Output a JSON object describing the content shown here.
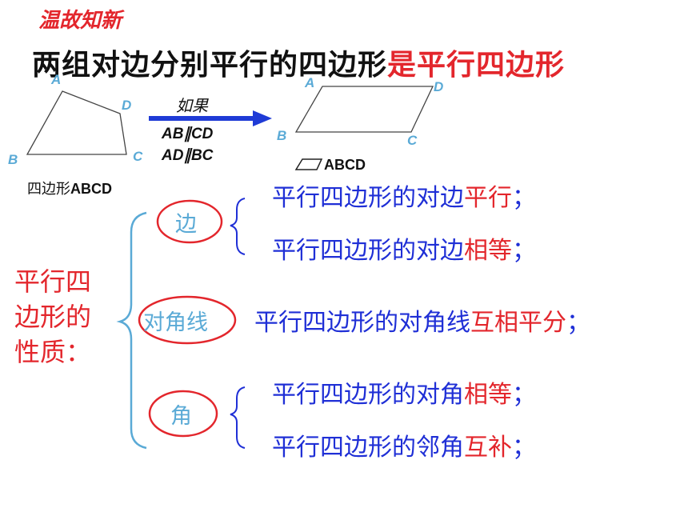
{
  "heading": "温故知新",
  "title": {
    "main": "两组对边分别平行的四边形",
    "highlight": "是平行四边形"
  },
  "figure_left": {
    "vertices": {
      "a": "A",
      "b": "B",
      "c": "C",
      "d": "D"
    },
    "caption_prefix": "四边形",
    "caption_name": "ABCD"
  },
  "arrow": {
    "if_label": "如果",
    "condition_1": "AB∥CD",
    "condition_2": "AD∥BC"
  },
  "figure_right": {
    "vertices": {
      "a": "A",
      "b": "B",
      "c": "C",
      "d": "D"
    },
    "label": "ABCD"
  },
  "side_label": {
    "line1": "平行四",
    "line2": "边形的",
    "line3": "性质："
  },
  "categories": {
    "sides": "边",
    "diagonals": "对角线",
    "angles": "角"
  },
  "properties": {
    "sides_parallel": {
      "prefix": "平行四边形的对边",
      "highlight": "平行",
      "suffix": "；"
    },
    "sides_equal": {
      "prefix": "平行四边形的对边",
      "highlight": "相等",
      "suffix": "；"
    },
    "diagonals_bisect": {
      "prefix": "平行四边形的对角线",
      "highlight": "互相平分",
      "suffix": "；"
    },
    "angles_equal": {
      "prefix": "平行四边形的对角",
      "highlight": "相等",
      "suffix": "；"
    },
    "adjacent_supplementary": {
      "prefix": "平行四边形的邻角",
      "highlight": "互补",
      "suffix": "；"
    }
  },
  "colors": {
    "red": "#e3262c",
    "blue": "#1f2fd6",
    "light_blue": "#5aaad6",
    "arrow": "#1f3bd6"
  }
}
